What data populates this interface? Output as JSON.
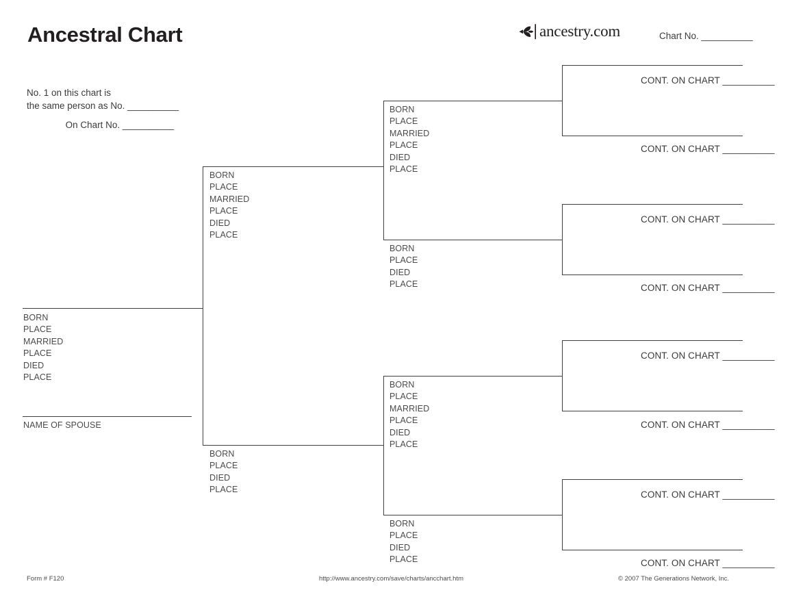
{
  "header": {
    "title": "Ancestral Chart",
    "brand_name": "ancestry.com",
    "brand_icon": "ancestry-leaf-icon",
    "chart_no_label": "Chart No. __________"
  },
  "note": {
    "line1": "No. 1 on this chart is",
    "line2": "the same person as No. __________",
    "line3": "On Chart No. __________"
  },
  "labels": {
    "born": "BORN",
    "place": "PLACE",
    "married": "MARRIED",
    "died": "DIED",
    "name_of_spouse": "NAME OF SPOUSE",
    "cont_on_chart": "CONT. ON CHART __________"
  },
  "chart_data": {
    "type": "diagram",
    "title": "Ancestral Chart",
    "generations": 4,
    "person1": {
      "id": 1,
      "name_line": "",
      "fields": [
        "BORN",
        "PLACE",
        "MARRIED",
        "PLACE",
        "DIED",
        "PLACE"
      ],
      "spouse_caption": "NAME OF SPOUSE"
    },
    "generation2": [
      {
        "id": 2,
        "role": "father",
        "fields": [
          "BORN",
          "PLACE",
          "MARRIED",
          "PLACE",
          "DIED",
          "PLACE"
        ]
      },
      {
        "id": 3,
        "role": "mother",
        "fields": [
          "BORN",
          "PLACE",
          "DIED",
          "PLACE"
        ]
      }
    ],
    "generation3": [
      {
        "id": 4,
        "role": "father",
        "fields": [
          "BORN",
          "PLACE",
          "MARRIED",
          "PLACE",
          "DIED",
          "PLACE"
        ]
      },
      {
        "id": 5,
        "role": "mother",
        "fields": [
          "BORN",
          "PLACE",
          "DIED",
          "PLACE"
        ]
      },
      {
        "id": 6,
        "role": "father",
        "fields": [
          "BORN",
          "PLACE",
          "MARRIED",
          "PLACE",
          "DIED",
          "PLACE"
        ]
      },
      {
        "id": 7,
        "role": "mother",
        "fields": [
          "BORN",
          "PLACE",
          "DIED",
          "PLACE"
        ]
      }
    ],
    "generation4": [
      {
        "id": 8,
        "cont": "CONT. ON CHART __________"
      },
      {
        "id": 9,
        "cont": "CONT. ON CHART __________"
      },
      {
        "id": 10,
        "cont": "CONT. ON CHART __________"
      },
      {
        "id": 11,
        "cont": "CONT. ON CHART __________"
      },
      {
        "id": 12,
        "cont": "CONT. ON CHART __________"
      },
      {
        "id": 13,
        "cont": "CONT. ON CHART __________"
      },
      {
        "id": 14,
        "cont": "CONT. ON CHART __________"
      },
      {
        "id": 15,
        "cont": "CONT. ON CHART __________"
      }
    ]
  },
  "footer": {
    "form": "Form # F120",
    "url": "http://www.ancestry.com/save/charts/ancchart.htm",
    "copyright": "© 2007 The Generations Network, Inc."
  },
  "colors": {
    "ink": "#231f20",
    "text": "#3a3a3a",
    "field_text": "#4a4a4a",
    "rule": "#3f3f3f",
    "background": "#ffffff"
  }
}
